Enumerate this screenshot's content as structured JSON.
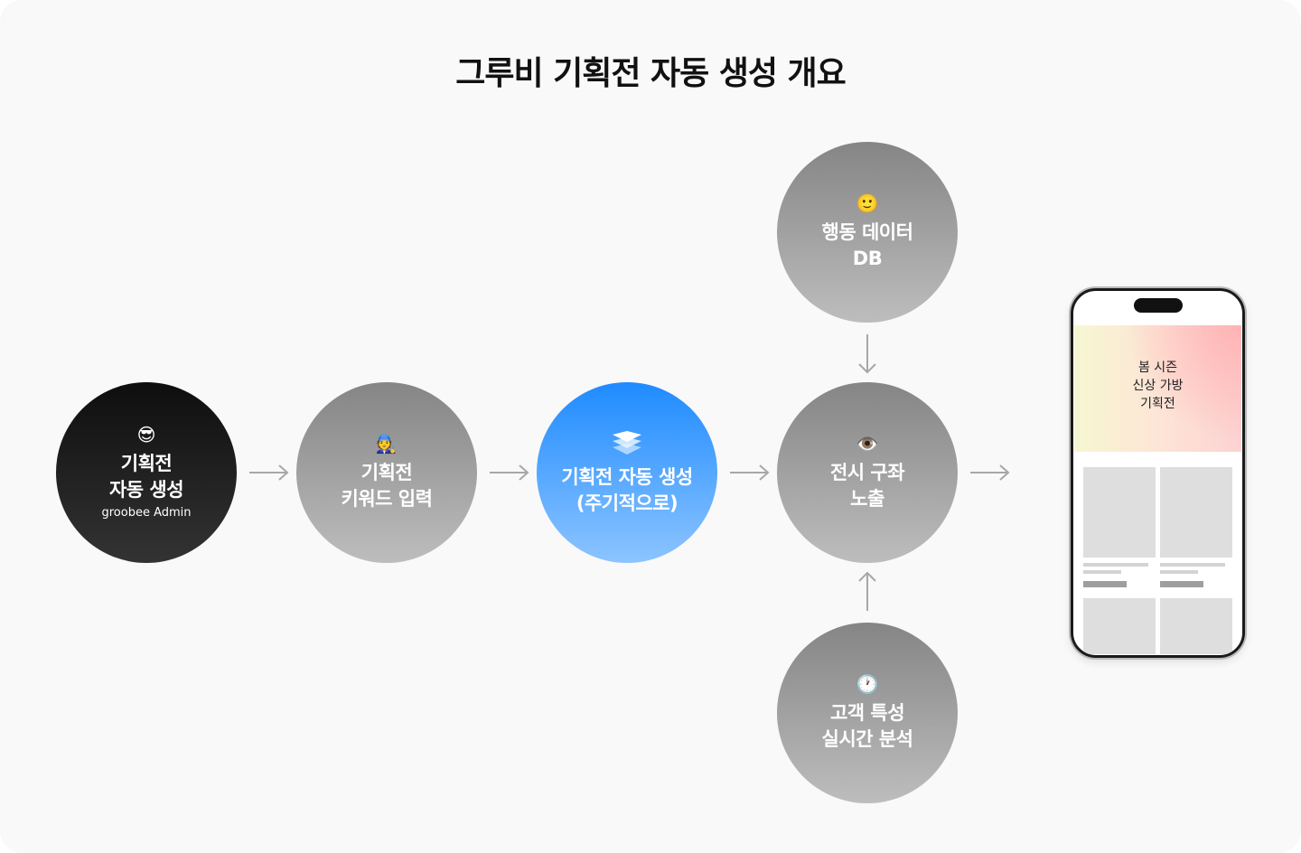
{
  "title": "그루비 기획전 자동 생성 개요",
  "nodes": {
    "admin": {
      "emoji": "😎",
      "lines": [
        "기획전",
        "자동 생성"
      ],
      "sub": "groobee Admin"
    },
    "keyword": {
      "emoji": "🧑‍🔧",
      "lines": [
        "기획전",
        "키워드 입력"
      ]
    },
    "auto": {
      "icon": "stack-layers-icon",
      "lines": [
        "기획전 자동 생성",
        "(주기적으로)"
      ]
    },
    "display": {
      "emoji": "👁️",
      "lines": [
        "전시 구좌",
        "노출"
      ]
    },
    "behavior": {
      "emoji": "🙂",
      "lines": [
        "행동 데이터",
        "DB"
      ]
    },
    "customer": {
      "emoji": "🕐",
      "lines": [
        "고객 특성",
        "실시간 분석"
      ]
    }
  },
  "phone": {
    "hero_text": "봄 시즌\n신상 가방\n기획전"
  },
  "colors": {
    "accent_blue": "#1f8bff",
    "dark_node": "#0e0e0e",
    "gray_node": "#858585"
  }
}
